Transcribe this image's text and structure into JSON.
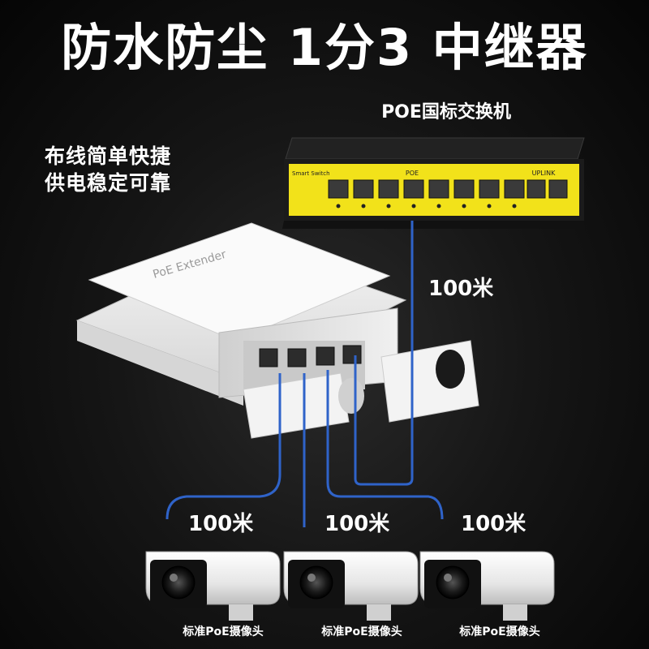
{
  "title": "防水防尘  1分3 中继器",
  "switch": {
    "label": "POE国标交换机",
    "brand": "Smart Switch",
    "group_poe": "POE",
    "group_uplink": "UPLINK"
  },
  "features": [
    "布线简单快捷",
    "供电稳定可靠"
  ],
  "extender_label": "PoE Extender",
  "distances": {
    "switch_to_extender": "100米",
    "cam1": "100米",
    "cam2": "100米",
    "cam3": "100米"
  },
  "cameras": [
    {
      "label": "标准PoE摄像头"
    },
    {
      "label": "标准PoE摄像头"
    },
    {
      "label": "标准PoE摄像头"
    }
  ],
  "colors": {
    "cable": "#2f63c9",
    "switch_face": "#f2e21a",
    "background": "#111111"
  }
}
